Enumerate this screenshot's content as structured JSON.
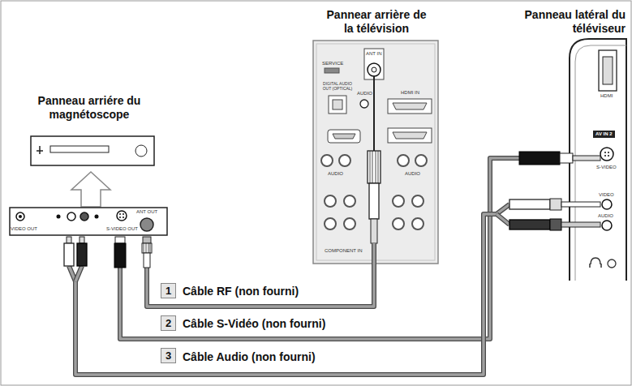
{
  "diagram": {
    "nodes": [
      {
        "text": [
          "Panneau arriére du magnétoscope"
        ]
      },
      {
        "text": [
          "Pannear arrière de la télévision"
        ]
      },
      {
        "text": [
          "Panneau latéral du téléviseur"
        ]
      }
    ],
    "edges": [
      {
        "from": 0,
        "to": 1,
        "arrow": "none",
        "label": "Câble RF (non fourni)"
      },
      {
        "from": 0,
        "to": 2,
        "arrow": "none",
        "label": "Câble S-Vidéo (non fourni)"
      },
      {
        "from": 0,
        "to": 2,
        "arrow": "none",
        "label": "Câble Audio (non fourni)"
      }
    ],
    "labels": [
      "1",
      "2",
      "3",
      "SERVICE",
      "ANT IN",
      "DIGITAL AUDIO OUT (OPTICAL)",
      "AUDIO",
      "HDMI IN",
      "AUDIO",
      "AUDIO",
      "COMPONENT IN",
      "HDMI",
      "AV IN 2",
      "S-VIDEO",
      "VIDEO",
      "AUDIO",
      "VIDEO OUT",
      "S-VIDEO OUT",
      "ANT OUT"
    ]
  }
}
